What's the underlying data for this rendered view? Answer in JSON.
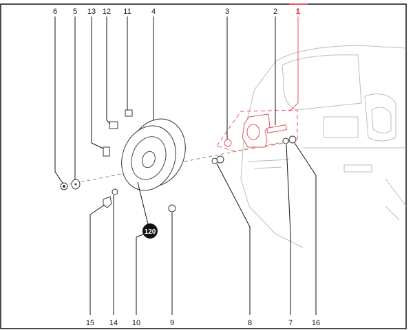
{
  "diagram": {
    "top_labels": [
      "6",
      "5",
      "13",
      "12",
      "11",
      "4",
      "3",
      "2",
      "1"
    ],
    "bottom_labels": [
      "15",
      "14",
      "10",
      "9",
      "8",
      "7",
      "16"
    ],
    "badge": "120",
    "highlight_color": "#e8525a"
  }
}
